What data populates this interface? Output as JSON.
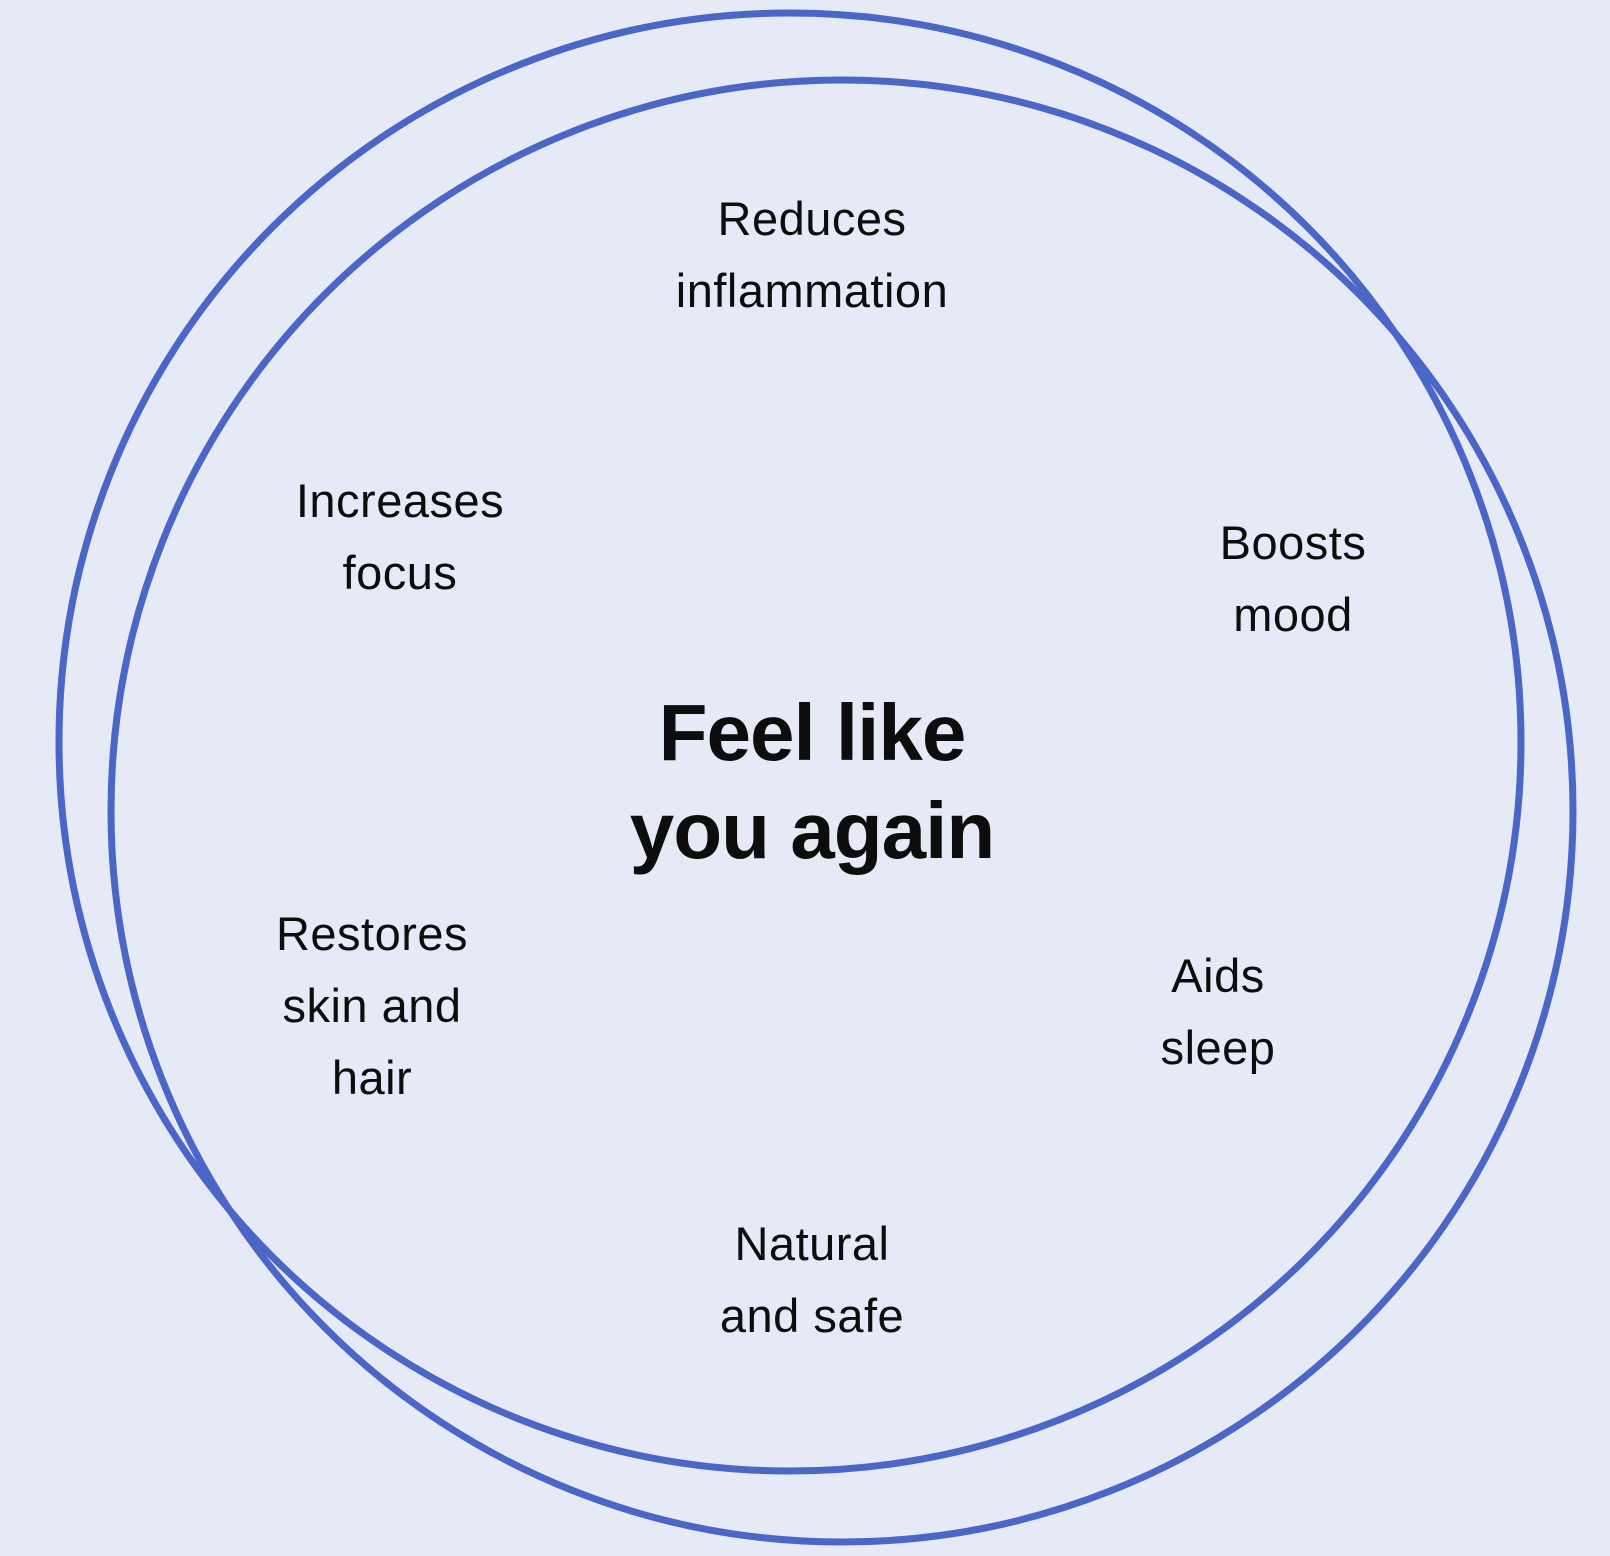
{
  "diagram": {
    "headline": {
      "line1": "Feel like",
      "line2": "you again"
    },
    "benefits": [
      {
        "name": "reduces-inflammation",
        "lines": [
          "Reduces",
          "inflammation"
        ]
      },
      {
        "name": "increases-focus",
        "lines": [
          "Increases",
          "focus"
        ]
      },
      {
        "name": "boosts-mood",
        "lines": [
          "Boosts",
          "mood"
        ]
      },
      {
        "name": "restores-skin-and-hair",
        "lines": [
          "Restores",
          "skin and",
          "hair"
        ]
      },
      {
        "name": "aids-sleep",
        "lines": [
          "Aids",
          "sleep"
        ]
      },
      {
        "name": "natural-and-safe",
        "lines": [
          "Natural",
          "and safe"
        ]
      }
    ],
    "colors": {
      "background": "#e6eaf6",
      "ring": "#4a66c6",
      "text": "#0d0d0d"
    }
  }
}
